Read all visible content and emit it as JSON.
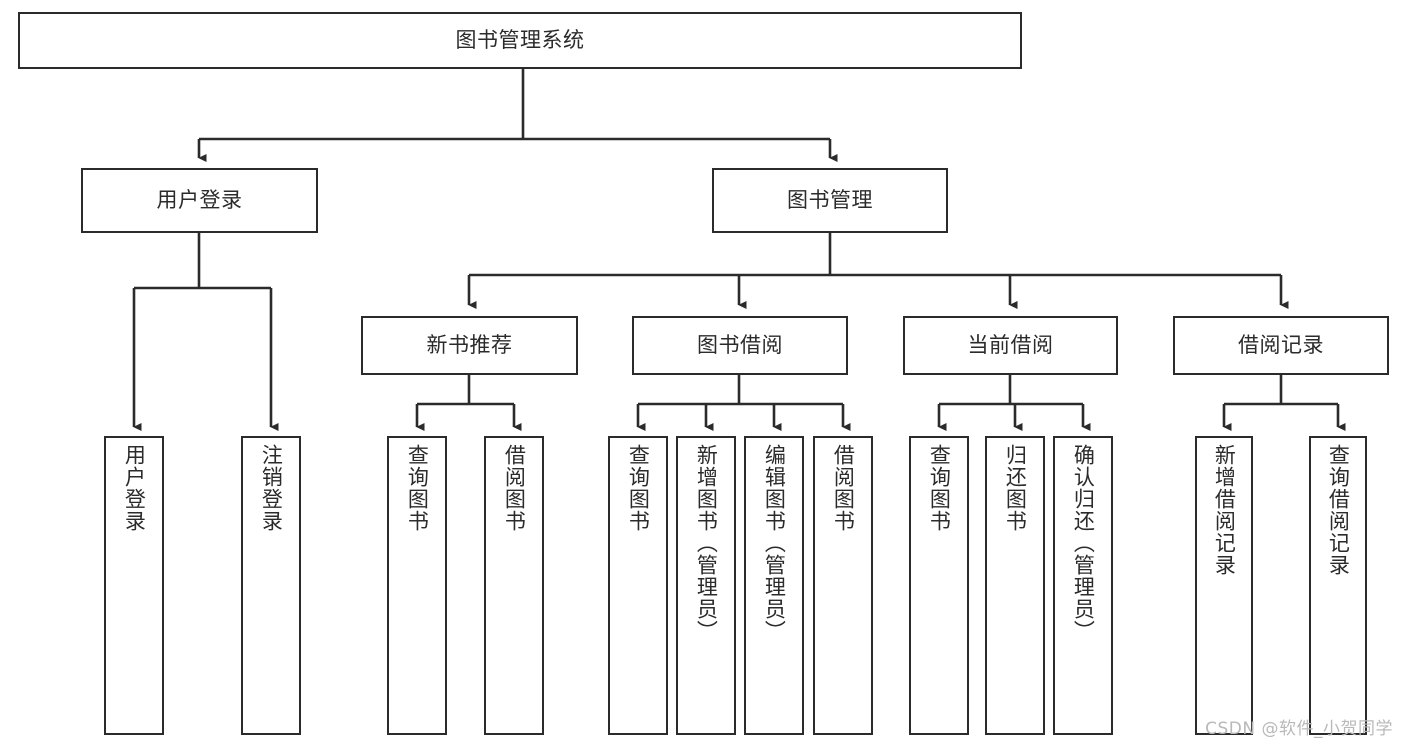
{
  "diagram": {
    "title": "图书管理系统",
    "type": "tree-hierarchy-diagram",
    "watermark": "CSDN @软件_小贺同学",
    "colors": {
      "background": "#ffffff",
      "node_border": "#2b2b2b",
      "node_fill": "#ffffff",
      "text": "#2b2b2b",
      "edge": "#2b2b2b",
      "watermark": "#b9b9b9"
    },
    "levels": {
      "root": {
        "label": "图书管理系统"
      },
      "level2": [
        {
          "label": "用户登录"
        },
        {
          "label": "图书管理"
        }
      ],
      "level3": [
        {
          "label": "新书推荐"
        },
        {
          "label": "图书借阅"
        },
        {
          "label": "当前借阅"
        },
        {
          "label": "借阅记录"
        }
      ],
      "leaves": [
        {
          "label": "用户登录",
          "parent": "用户登录"
        },
        {
          "label": "注销登录",
          "parent": "用户登录"
        },
        {
          "label": "查询图书",
          "parent": "新书推荐"
        },
        {
          "label": "借阅图书",
          "parent": "新书推荐"
        },
        {
          "label": "查询图书",
          "parent": "图书借阅"
        },
        {
          "label": "新增图书（管理员）",
          "parent": "图书借阅"
        },
        {
          "label": "编辑图书（管理员）",
          "parent": "图书借阅"
        },
        {
          "label": "借阅图书",
          "parent": "图书借阅"
        },
        {
          "label": "查询图书",
          "parent": "当前借阅"
        },
        {
          "label": "归还图书",
          "parent": "当前借阅"
        },
        {
          "label": "确认归还（管理员）",
          "parent": "当前借阅"
        },
        {
          "label": "新增借阅记录",
          "parent": "借阅记录"
        },
        {
          "label": "查询借阅记录",
          "parent": "借阅记录"
        }
      ]
    }
  }
}
